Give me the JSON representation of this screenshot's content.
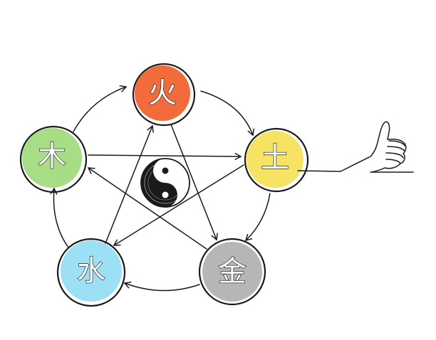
{
  "colors": {
    "line": "#1a1a1a",
    "fire": "#f26b3a",
    "earth": "#f7e363",
    "metal": "#b6b6b6",
    "water": "#9be0f5",
    "wood": "#a7dd84"
  },
  "elements": {
    "fire": {
      "glyph": "火",
      "color": "#f26b3a"
    },
    "earth": {
      "glyph": "土",
      "color": "#f7e363"
    },
    "metal": {
      "glyph": "金",
      "color": "#b6b6b6"
    },
    "water": {
      "glyph": "水",
      "color": "#9be0f5"
    },
    "wood": {
      "glyph": "木",
      "color": "#a7dd84"
    }
  },
  "icons": {
    "center": "yin-yang-icon",
    "hand": "thumbs-up-hand-icon"
  }
}
